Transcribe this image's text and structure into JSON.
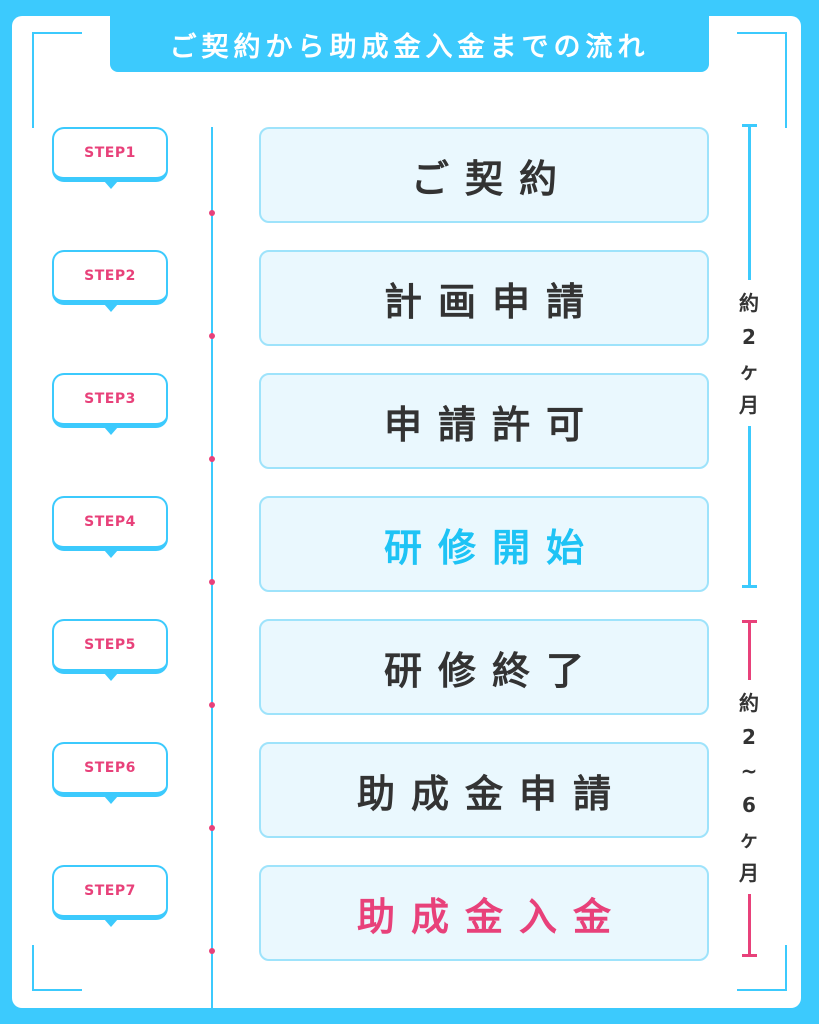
{
  "title": "ご契約から助成金入金までの流れ",
  "steps": [
    {
      "label": "STEP1",
      "text": "ご契約",
      "color": "dark"
    },
    {
      "label": "STEP2",
      "text": "計画申請",
      "color": "dark"
    },
    {
      "label": "STEP3",
      "text": "申請許可",
      "color": "dark"
    },
    {
      "label": "STEP4",
      "text": "研修開始",
      "color": "blue"
    },
    {
      "label": "STEP5",
      "text": "研修終了",
      "color": "dark"
    },
    {
      "label": "STEP6",
      "text": "助成金申請",
      "color": "dark"
    },
    {
      "label": "STEP7",
      "text": "助成金入金",
      "color": "pink"
    }
  ],
  "durations": [
    {
      "chars": [
        "約",
        "2",
        "ヶ",
        "月"
      ],
      "color": "#3ccafd"
    },
    {
      "chars": [
        "約",
        "2",
        "~",
        "6",
        "ヶ",
        "月"
      ],
      "color": "#e8417a"
    }
  ],
  "colors": {
    "background": "#3ccafd",
    "accent_blue": "#1ec3f5",
    "accent_pink": "#e8417a"
  }
}
